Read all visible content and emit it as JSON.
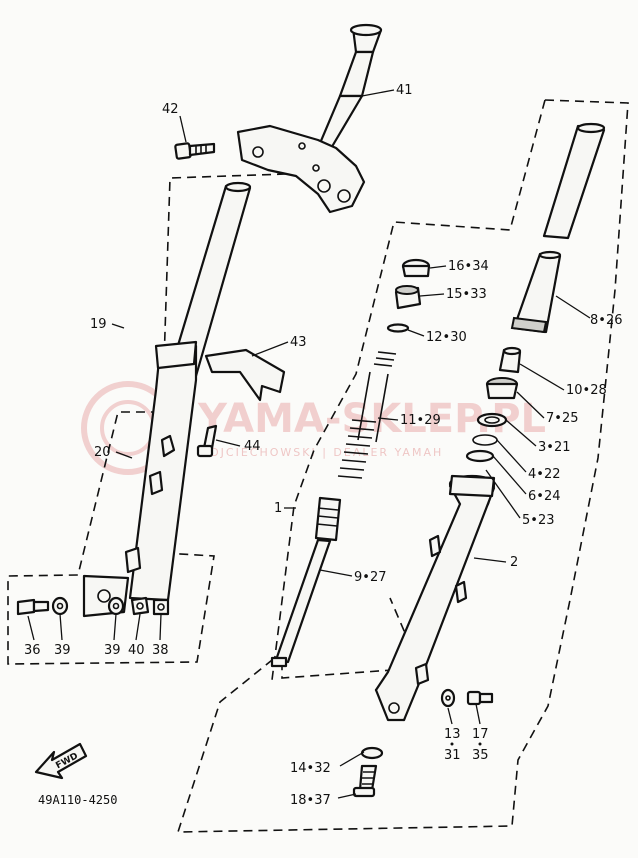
{
  "diagram_code": "49A110-4250",
  "watermark": {
    "main": "YAMA-SKLEP.PL",
    "sub": "OJCIECHOWSKI | DEALER YAMAH"
  },
  "fwd_label": "FWD",
  "labels": {
    "l41": "41",
    "l42": "42",
    "l19": "19",
    "l43": "43",
    "l20": "20",
    "l44": "44",
    "l36": "36",
    "l39a": "39",
    "l39b": "39",
    "l40": "40",
    "l38": "38",
    "l16_34": "16•34",
    "l15_33": "15•33",
    "l12_30": "12•30",
    "l11_29": "11•29",
    "l8_26": "8•26",
    "l10_28": "10•28",
    "l7_25": "7•25",
    "l3_21": "3•21",
    "l4_22": "4•22",
    "l6_24": "6•24",
    "l5_23": "5•23",
    "l1": "1",
    "l2": "2",
    "l9_27": "9•27",
    "l13": "13",
    "l31": "31",
    "l17": "17",
    "l35": "35",
    "l14_32": "14•32",
    "l18_37": "18•37"
  },
  "colors": {
    "line": "#111111",
    "watermark": "#e59b9b"
  }
}
